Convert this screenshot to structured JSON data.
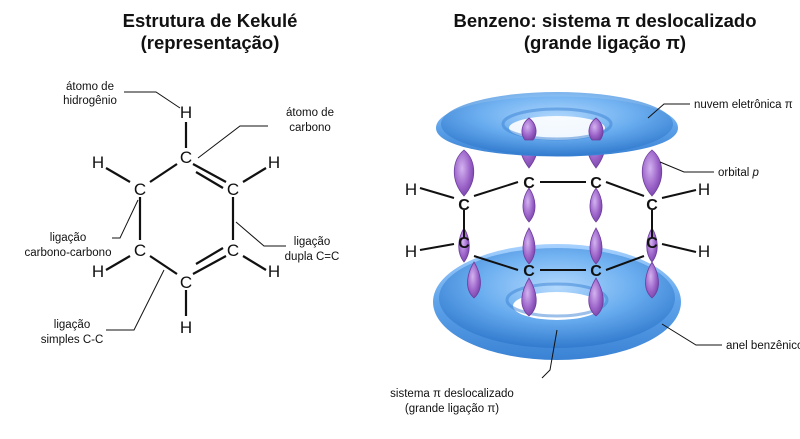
{
  "kekule": {
    "title_line1": "Estrutura de Kekulé",
    "title_line2": "(representação)",
    "labels": {
      "hydrogen_atom": [
        "átomo de",
        "hidrogênio"
      ],
      "carbon_atom": [
        "átomo de",
        "carbono"
      ],
      "cc_bond": [
        "ligação",
        "carbono-carbono"
      ],
      "double_bond": [
        "ligação",
        "dupla C=C"
      ],
      "single_bond": [
        "ligação",
        "simples C-C"
      ]
    },
    "symbols": {
      "carbon": "C",
      "hydrogen": "H"
    }
  },
  "benzene": {
    "title_line1": "Benzeno: sistema π deslocalizado",
    "title_line2": "(grande ligação π)",
    "labels": {
      "electron_cloud": "nuvem eletrônica π",
      "p_orbital_prefix": "orbital ",
      "p_orbital_symbol": "p",
      "benzene_ring": "anel benzênico",
      "pi_system": [
        "sistema π deslocalizado",
        "(grande ligação π)"
      ]
    },
    "symbols": {
      "carbon": "C",
      "hydrogen": "H"
    }
  },
  "colors": {
    "torus": "#5b9fe6",
    "orbital": "#9b62c8",
    "line": "#111111"
  }
}
